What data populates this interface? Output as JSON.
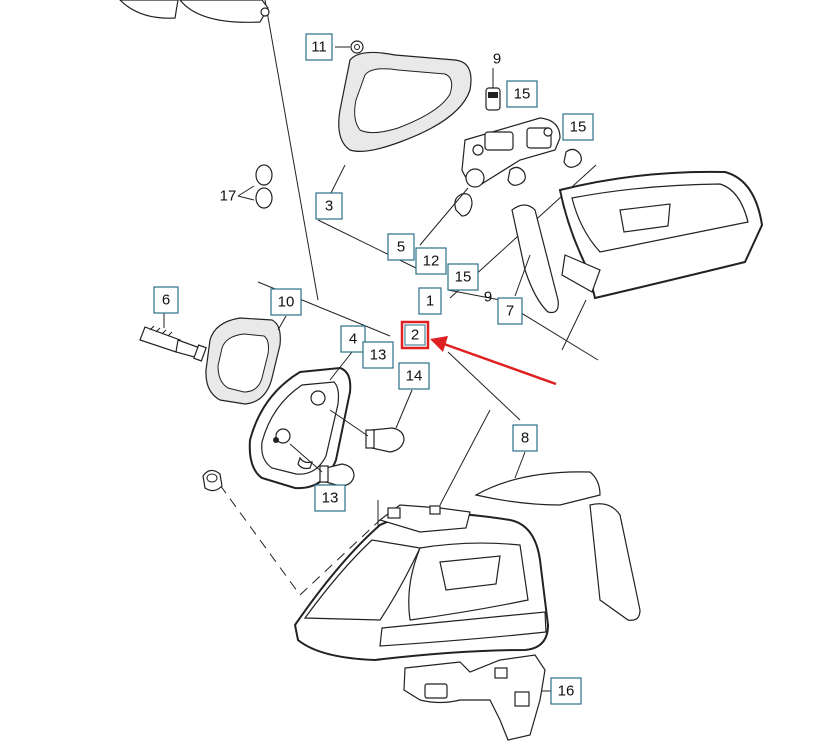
{
  "callouts": [
    {
      "id": "11",
      "text": "11",
      "boxed": true
    },
    {
      "id": "9-top",
      "text": "9",
      "boxed": false
    },
    {
      "id": "15-a",
      "text": "15",
      "boxed": true
    },
    {
      "id": "15-b",
      "text": "15",
      "boxed": true
    },
    {
      "id": "17",
      "text": "17",
      "boxed": false
    },
    {
      "id": "3",
      "text": "3",
      "boxed": true
    },
    {
      "id": "5",
      "text": "5",
      "boxed": true
    },
    {
      "id": "12",
      "text": "12",
      "boxed": true
    },
    {
      "id": "15-c",
      "text": "15",
      "boxed": true
    },
    {
      "id": "1",
      "text": "1",
      "boxed": true
    },
    {
      "id": "9-mid",
      "text": "9",
      "boxed": false
    },
    {
      "id": "7",
      "text": "7",
      "boxed": true
    },
    {
      "id": "6",
      "text": "6",
      "boxed": true
    },
    {
      "id": "10",
      "text": "10",
      "boxed": true
    },
    {
      "id": "4",
      "text": "4",
      "boxed": true
    },
    {
      "id": "13-a",
      "text": "13",
      "boxed": true
    },
    {
      "id": "2",
      "text": "2",
      "boxed": true,
      "highlighted": true
    },
    {
      "id": "14",
      "text": "14",
      "boxed": true
    },
    {
      "id": "8",
      "text": "8",
      "boxed": true
    },
    {
      "id": "13-b",
      "text": "13",
      "boxed": true
    },
    {
      "id": "16",
      "text": "16",
      "boxed": true
    }
  ],
  "colors": {
    "line": "#222222",
    "label_border": "#2a6f8a",
    "highlight": "#e02020"
  }
}
